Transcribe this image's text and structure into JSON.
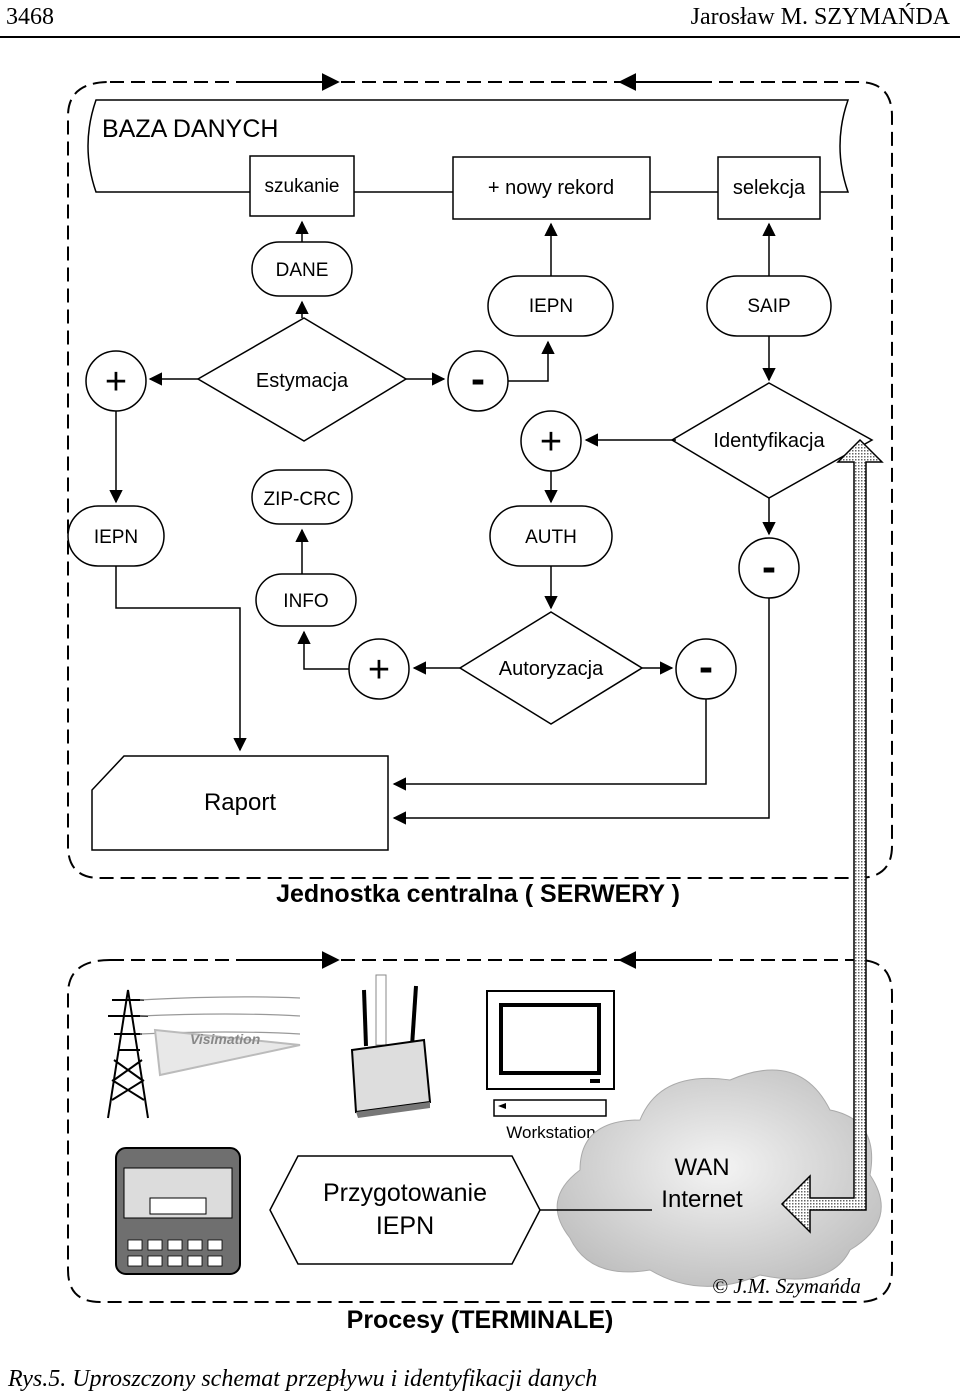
{
  "header": {
    "page_number": "3468",
    "author": "Jarosław M. SZYMAŃDA"
  },
  "server": {
    "database_title": "BAZA DANYCH",
    "db_boxes": {
      "search": "szukanie",
      "new_record": "+ nowy rekord",
      "selection": "selekcja"
    },
    "nodes": {
      "dane": "DANE",
      "iepn_top": "IEPN",
      "saip": "SAIP",
      "estymacja": "Estymacja",
      "identyfikacja": "Identyfikacja",
      "zip_crc": "ZIP-CRC",
      "iepn_left": "IEPN",
      "auth": "AUTH",
      "info": "INFO",
      "autoryzacja": "Autoryzacja",
      "raport": "Raport"
    },
    "signs": {
      "plus_estymacja": "+",
      "minus_estymacja": "-",
      "plus_identyfikacja": "+",
      "minus_identyfikacja": "-",
      "plus_autoryzacja": "+",
      "minus_autoryzacja": "-"
    },
    "region_label": "Jednostka centralna ( SERWERY )"
  },
  "terminals": {
    "pylon_logo": "Visimation",
    "workstation_label": "Workstation",
    "przygotowanie": "Przygotowanie",
    "przygotowanie_iepn": "IEPN",
    "wan": "WAN",
    "internet": "Internet",
    "region_label": "Procesy (TERMINALE)",
    "copyright": "© J.M. Szymańda"
  },
  "caption": "Rys.5. Uproszczony schemat przepływu i identyfikacji danych"
}
